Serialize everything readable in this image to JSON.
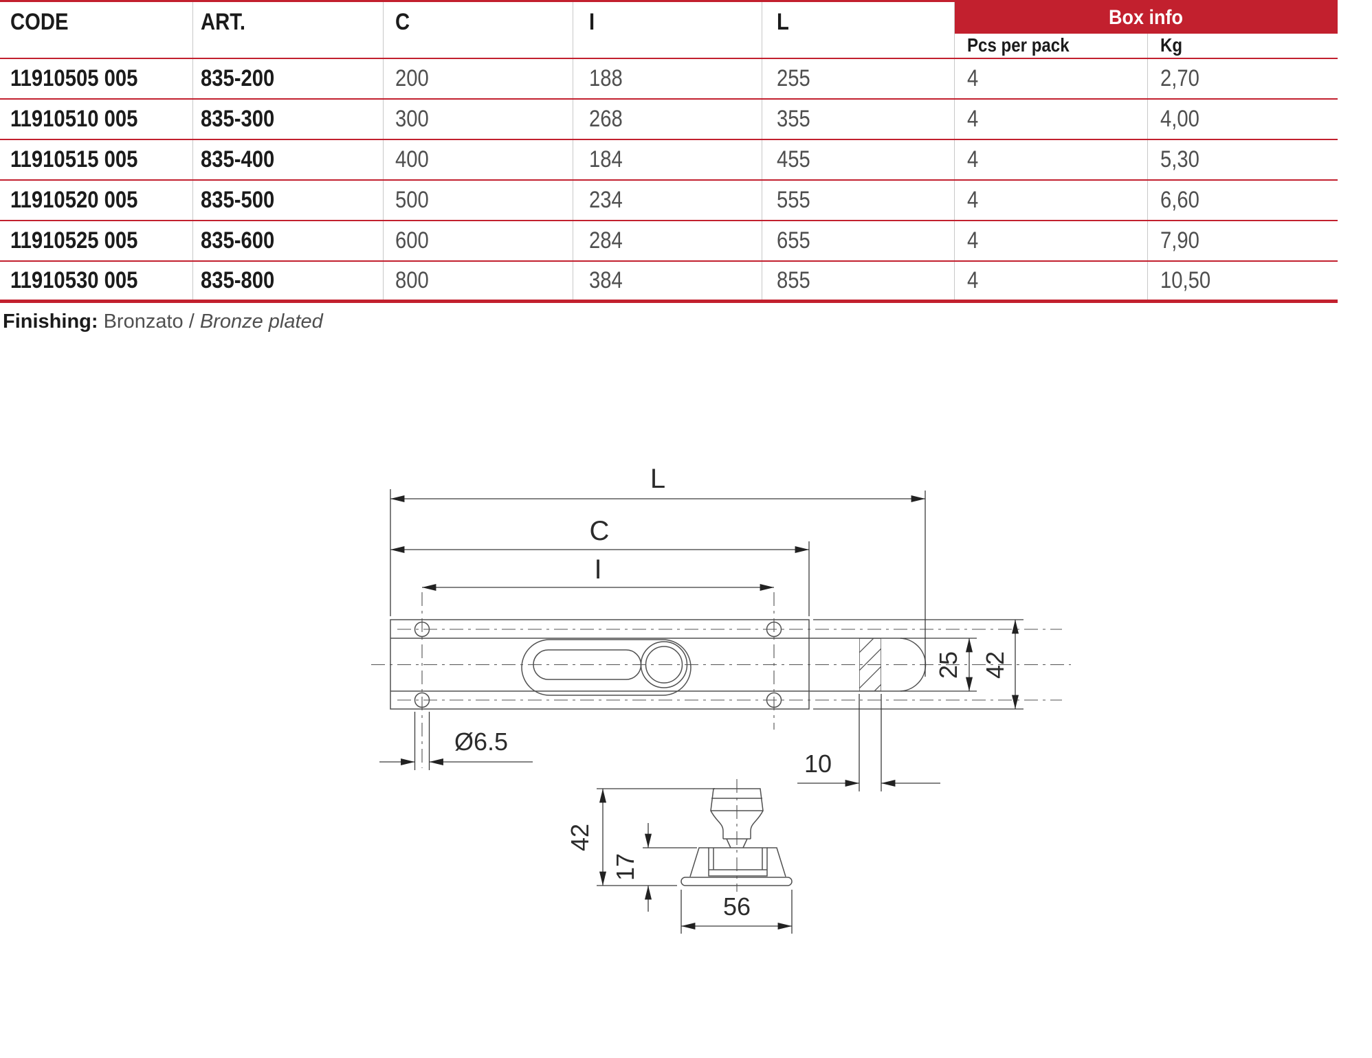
{
  "colors": {
    "red": "#c2202e",
    "grid_gray": "#c8c8c8",
    "line_gray": "#505050"
  },
  "table": {
    "headers": {
      "code": "CODE",
      "art": "ART.",
      "c": "C",
      "i": "I",
      "l": "L",
      "box_info": "Box info",
      "pcs": "Pcs per pack",
      "kg": "Kg"
    },
    "rows": [
      {
        "code": "11910505 005",
        "art": "835-200",
        "c": "200",
        "i": "188",
        "l": "255",
        "pcs": "4",
        "kg": "2,70"
      },
      {
        "code": "11910510 005",
        "art": "835-300",
        "c": "300",
        "i": "268",
        "l": "355",
        "pcs": "4",
        "kg": "4,00"
      },
      {
        "code": "11910515 005",
        "art": "835-400",
        "c": "400",
        "i": "184",
        "l": "455",
        "pcs": "4",
        "kg": "5,30"
      },
      {
        "code": "11910520 005",
        "art": "835-500",
        "c": "500",
        "i": "234",
        "l": "555",
        "pcs": "4",
        "kg": "6,60"
      },
      {
        "code": "11910525 005",
        "art": "835-600",
        "c": "600",
        "i": "284",
        "l": "655",
        "pcs": "4",
        "kg": "7,90"
      },
      {
        "code": "11910530 005",
        "art": "835-800",
        "c": "800",
        "i": "384",
        "l": "855",
        "pcs": "4",
        "kg": "10,50"
      }
    ]
  },
  "finishing": {
    "label": "Finishing:",
    "value": "Bronzato / ",
    "value_italic": "Bronze plated"
  },
  "drawing": {
    "plan": {
      "length": "L",
      "body": "C",
      "holes_span": "I",
      "hole_dia": "Ø6.5",
      "bolt_width": "25",
      "plate_width": "42",
      "bolt_gap": "10"
    },
    "side": {
      "height": "42",
      "body_height": "17",
      "base_width": "56"
    }
  }
}
